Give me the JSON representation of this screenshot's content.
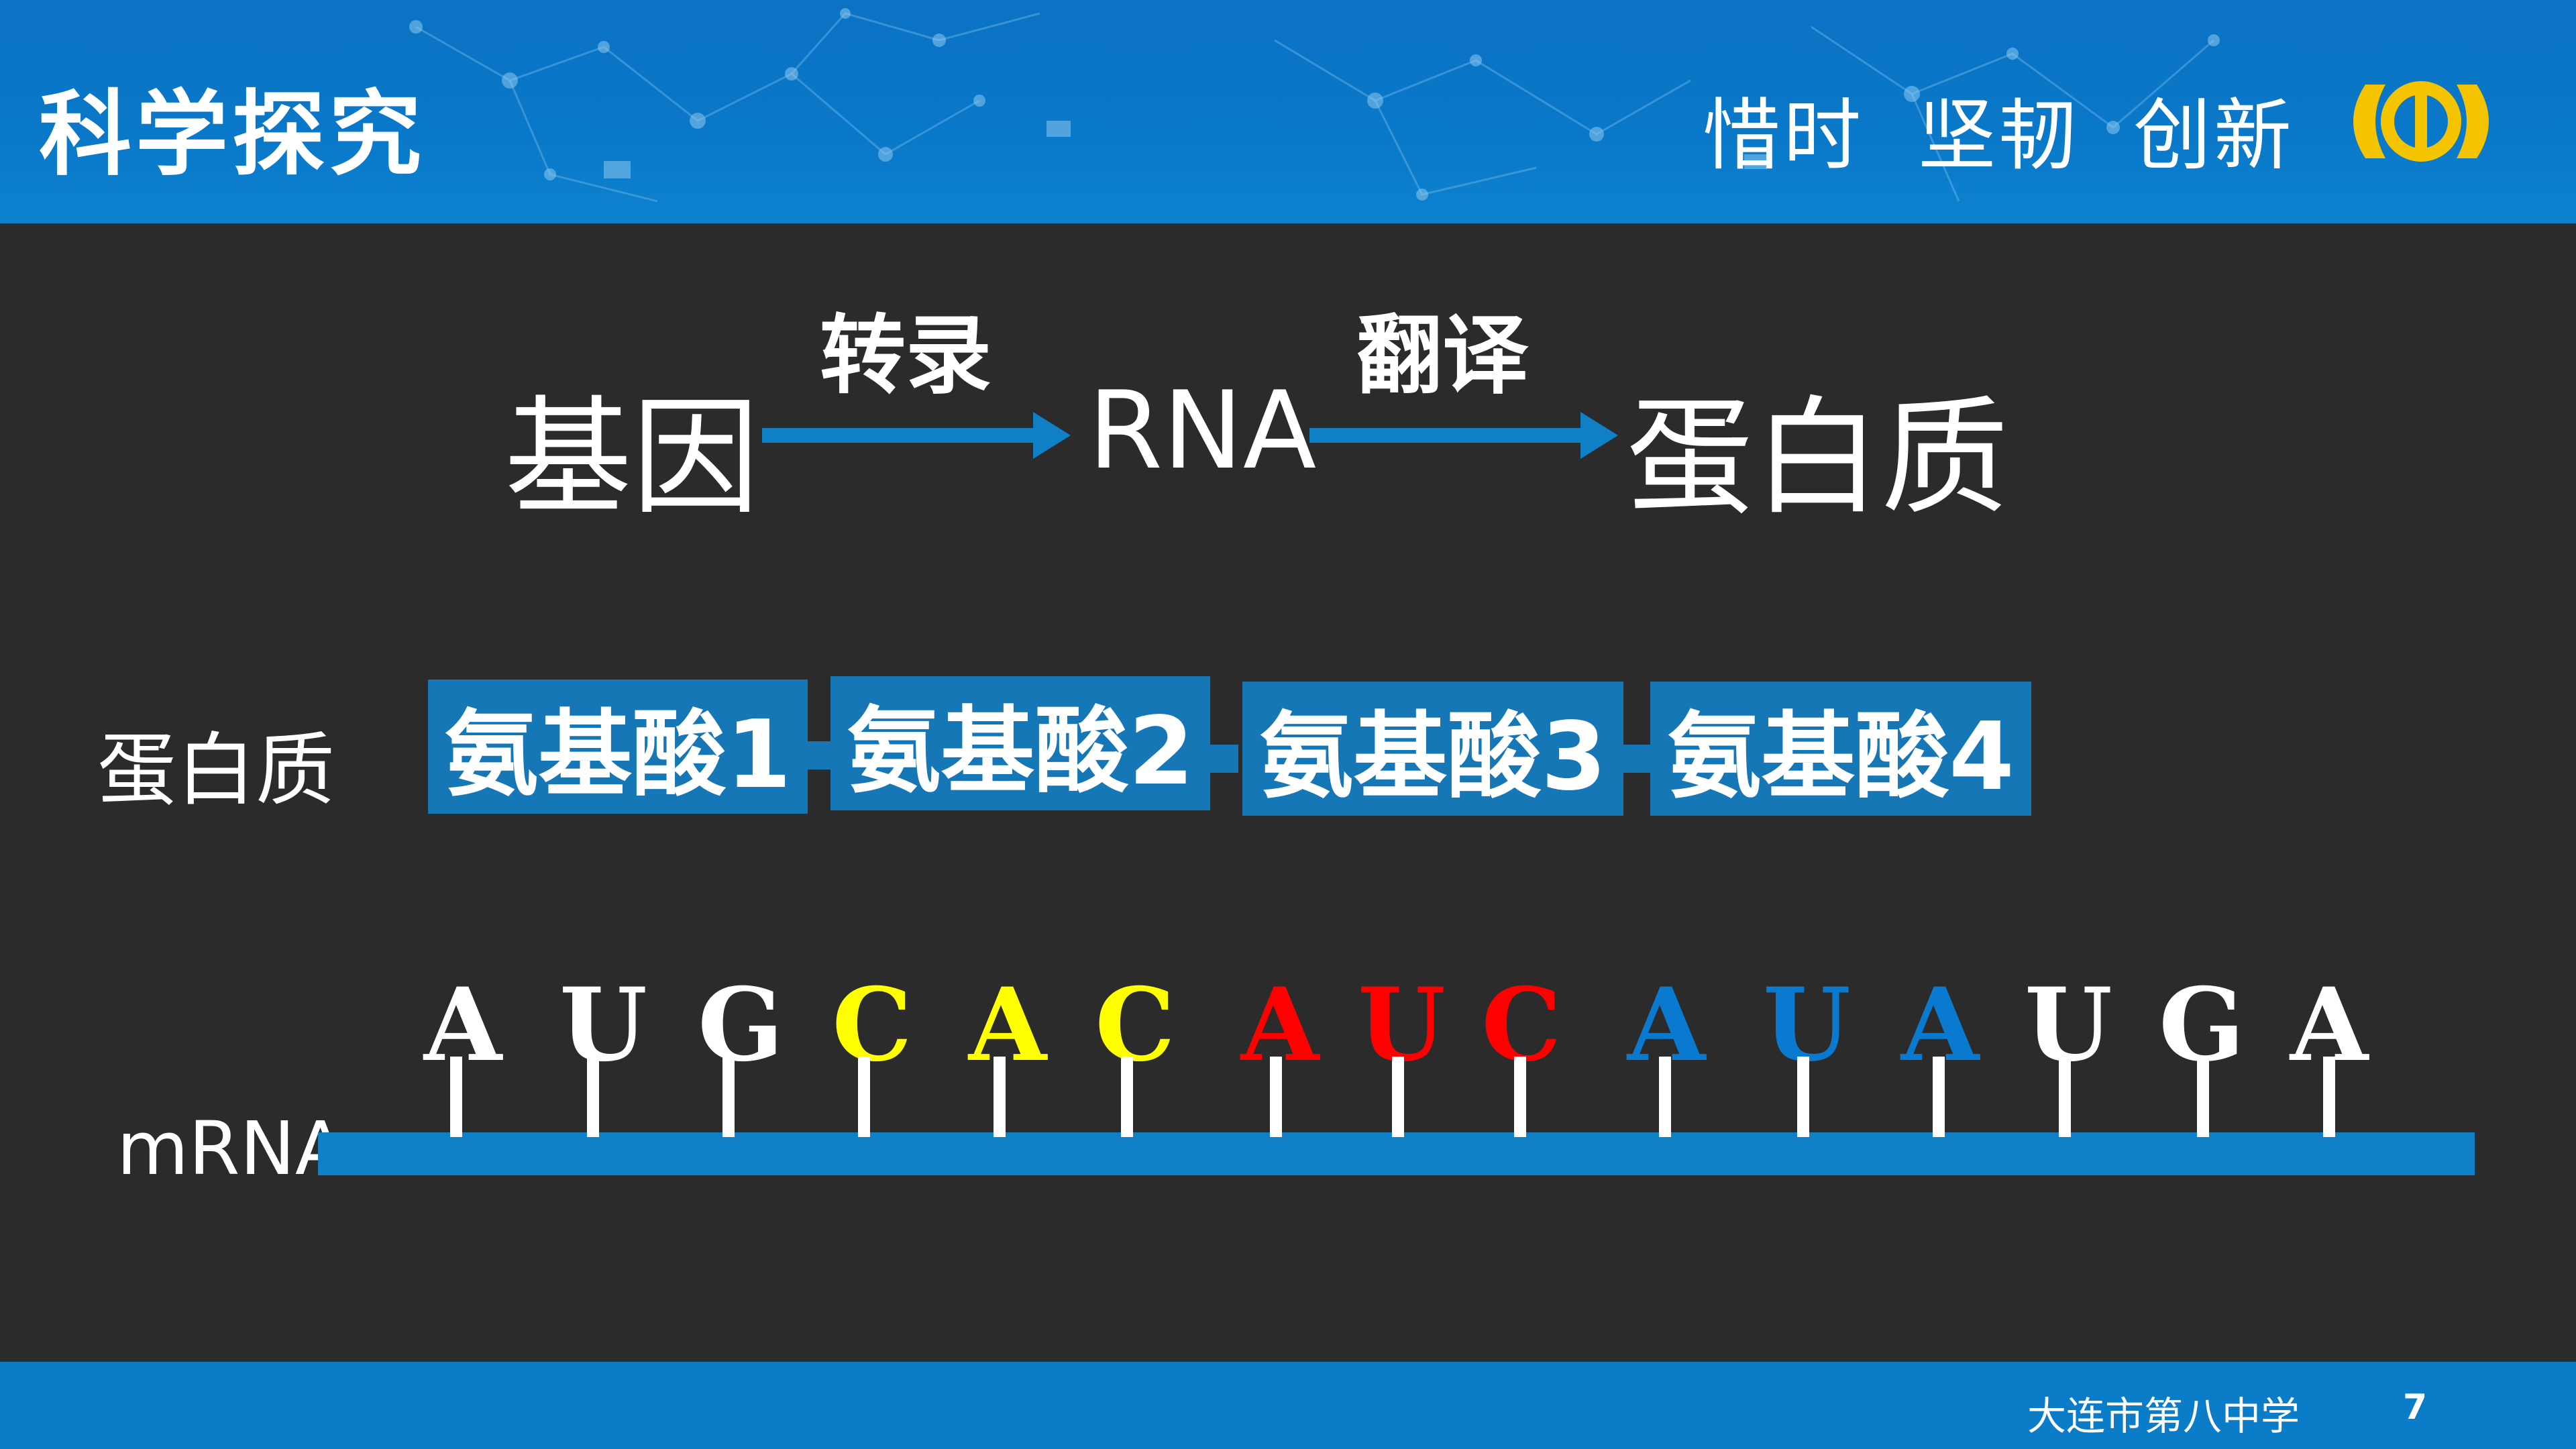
{
  "header": {
    "title": "科学探究",
    "motto": "惜时 坚韧 创新"
  },
  "diagram": {
    "gene": "基因",
    "transcription": "转录",
    "rna": "RNA",
    "translation": "翻译",
    "protein": "蛋白质",
    "arrow_color": "#0f80c6"
  },
  "protein_row": {
    "label": "蛋白质",
    "amino_acids": [
      "氨基酸1",
      "氨基酸2",
      "氨基酸3",
      "氨基酸4"
    ],
    "box_color": "#1677b6"
  },
  "mrna": {
    "label": "mRNA",
    "bases": [
      {
        "letter": "A",
        "color": "#ffffff"
      },
      {
        "letter": "U",
        "color": "#ffffff"
      },
      {
        "letter": "G",
        "color": "#ffffff"
      },
      {
        "letter": "C",
        "color": "#ffff00"
      },
      {
        "letter": "A",
        "color": "#ffff00"
      },
      {
        "letter": "C",
        "color": "#ffff00"
      },
      {
        "letter": "A",
        "color": "#ff0000"
      },
      {
        "letter": "U",
        "color": "#ff0000"
      },
      {
        "letter": "C",
        "color": "#ff0000"
      },
      {
        "letter": "A",
        "color": "#0a7ad0"
      },
      {
        "letter": "U",
        "color": "#0a7ad0"
      },
      {
        "letter": "A",
        "color": "#0a7ad0"
      },
      {
        "letter": "U",
        "color": "#ffffff"
      },
      {
        "letter": "G",
        "color": "#ffffff"
      },
      {
        "letter": "A",
        "color": "#ffffff"
      }
    ]
  },
  "footer": {
    "school": "大连市第八中学",
    "page_number": "7"
  }
}
